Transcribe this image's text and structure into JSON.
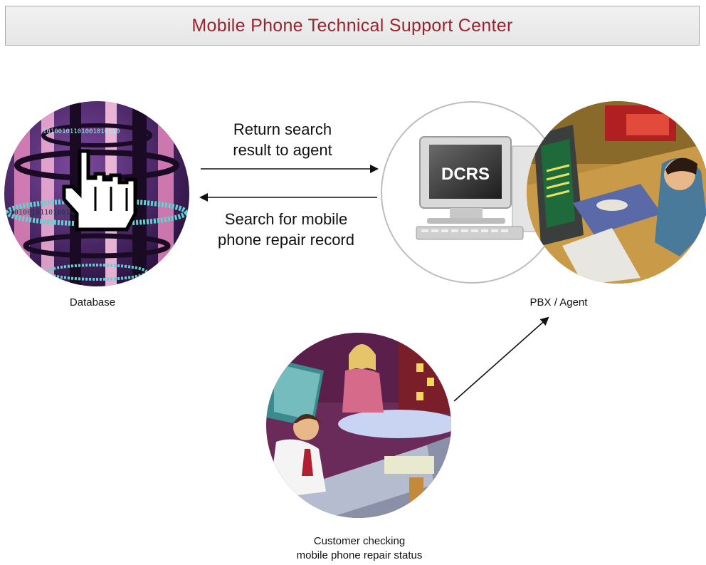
{
  "title": "Mobile Phone Technical Support Center",
  "nodes": {
    "database": {
      "label": "Database"
    },
    "pbx_agent": {
      "label": "PBX / Agent",
      "screen_text": "DCRS"
    },
    "customer": {
      "label_line1": "Customer checking",
      "label_line2": "mobile phone repair status"
    }
  },
  "edges": {
    "return": {
      "line1": "Return search",
      "line2": "result to agent"
    },
    "search": {
      "line1": "Search for mobile",
      "line2": "phone repair record"
    }
  },
  "binary_text": "10100101101001010110"
}
